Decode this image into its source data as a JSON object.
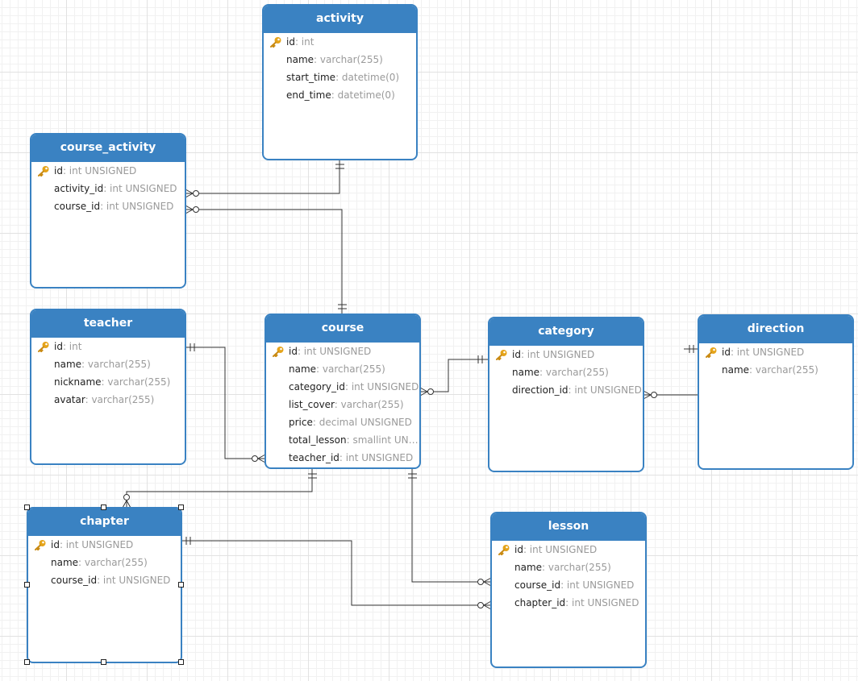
{
  "entities": {
    "activity": {
      "title": "activity",
      "fields": [
        {
          "name": "id",
          "type": ": int",
          "pk": true
        },
        {
          "name": "name",
          "type": ": varchar(255)"
        },
        {
          "name": "start_time",
          "type": ": datetime(0)"
        },
        {
          "name": "end_time",
          "type": ": datetime(0)"
        }
      ]
    },
    "course_activity": {
      "title": "course_activity",
      "fields": [
        {
          "name": "id",
          "type": ": int UNSIGNED",
          "pk": true
        },
        {
          "name": "activity_id",
          "type": ": int UNSIGNED"
        },
        {
          "name": "course_id",
          "type": ": int UNSIGNED"
        }
      ]
    },
    "teacher": {
      "title": "teacher",
      "fields": [
        {
          "name": "id",
          "type": ": int",
          "pk": true
        },
        {
          "name": "name",
          "type": ": varchar(255)"
        },
        {
          "name": "nickname",
          "type": ": varchar(255)"
        },
        {
          "name": "avatar",
          "type": ": varchar(255)"
        }
      ]
    },
    "course": {
      "title": "course",
      "fields": [
        {
          "name": "id",
          "type": ": int UNSIGNED",
          "pk": true
        },
        {
          "name": "name",
          "type": ": varchar(255)"
        },
        {
          "name": "category_id",
          "type": ": int UNSIGNED"
        },
        {
          "name": "list_cover",
          "type": ": varchar(255)"
        },
        {
          "name": "price",
          "type": ": decimal UNSIGNED"
        },
        {
          "name": "total_lesson",
          "type": ": smallint UN…"
        },
        {
          "name": "teacher_id",
          "type": ": int UNSIGNED"
        }
      ]
    },
    "category": {
      "title": "category",
      "fields": [
        {
          "name": "id",
          "type": ": int UNSIGNED",
          "pk": true
        },
        {
          "name": "name",
          "type": ": varchar(255)"
        },
        {
          "name": "direction_id",
          "type": ": int UNSIGNED"
        }
      ]
    },
    "direction": {
      "title": "direction",
      "fields": [
        {
          "name": "id",
          "type": ": int UNSIGNED",
          "pk": true
        },
        {
          "name": "name",
          "type": ": varchar(255)"
        }
      ]
    },
    "chapter": {
      "title": "chapter",
      "fields": [
        {
          "name": "id",
          "type": ": int UNSIGNED",
          "pk": true
        },
        {
          "name": "name",
          "type": ": varchar(255)"
        },
        {
          "name": "course_id",
          "type": ": int UNSIGNED"
        }
      ]
    },
    "lesson": {
      "title": "lesson",
      "fields": [
        {
          "name": "id",
          "type": ": int UNSIGNED",
          "pk": true
        },
        {
          "name": "name",
          "type": ": varchar(255)"
        },
        {
          "name": "course_id",
          "type": ": int UNSIGNED"
        },
        {
          "name": "chapter_id",
          "type": ": int UNSIGNED"
        }
      ]
    }
  },
  "icons": {
    "primary_key": "key-icon"
  },
  "colors": {
    "entity_header": "#3a82c2",
    "field_name": "#222222",
    "field_type": "#9a9a9a",
    "key_icon": "#e5a41a",
    "connector": "#333333"
  },
  "relationships": [
    {
      "from": "activity",
      "to": "course_activity",
      "from_end": "one",
      "to_end": "many"
    },
    {
      "from": "course",
      "to": "course_activity",
      "from_end": "one",
      "to_end": "many"
    },
    {
      "from": "teacher",
      "to": "course",
      "from_end": "one",
      "to_end": "many"
    },
    {
      "from": "category",
      "to": "course",
      "from_end": "one",
      "to_end": "many"
    },
    {
      "from": "direction",
      "to": "category",
      "from_end": "one",
      "to_end": "many"
    },
    {
      "from": "course",
      "to": "chapter",
      "from_end": "one",
      "to_end": "many"
    },
    {
      "from": "course",
      "to": "lesson",
      "from_end": "one",
      "to_end": "many"
    },
    {
      "from": "chapter",
      "to": "lesson",
      "from_end": "one",
      "to_end": "many"
    }
  ]
}
